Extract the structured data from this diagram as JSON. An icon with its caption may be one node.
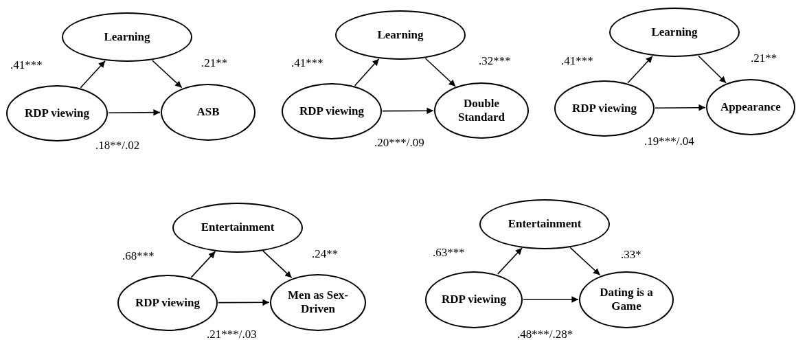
{
  "diagram": {
    "nodes": [
      {
        "text": [
          "Learning"
        ]
      },
      {
        "text": [
          "RDP viewing"
        ]
      },
      {
        "text": [
          "ASB"
        ]
      },
      {
        "text": [
          "Learning"
        ]
      },
      {
        "text": [
          "RDP viewing"
        ]
      },
      {
        "text": [
          "Double Standard"
        ]
      },
      {
        "text": [
          "Learning"
        ]
      },
      {
        "text": [
          "RDP viewing"
        ]
      },
      {
        "text": [
          "Appearance"
        ]
      },
      {
        "text": [
          "Entertainment"
        ]
      },
      {
        "text": [
          "RDP viewing"
        ]
      },
      {
        "text": [
          "Men as Sex-Driven"
        ]
      },
      {
        "text": [
          "Entertainment"
        ]
      },
      {
        "text": [
          "RDP viewing"
        ]
      },
      {
        "text": [
          "Dating is a Game"
        ]
      }
    ],
    "edges": [
      {
        "from": 1,
        "to": 0,
        "arrow": "to",
        "label": ".41***"
      },
      {
        "from": 0,
        "to": 2,
        "arrow": "to",
        "label": ".21**"
      },
      {
        "from": 1,
        "to": 2,
        "arrow": "to",
        "label": ".18**/.02"
      },
      {
        "from": 4,
        "to": 3,
        "arrow": "to",
        "label": ".41***"
      },
      {
        "from": 3,
        "to": 5,
        "arrow": "to",
        "label": ".32***"
      },
      {
        "from": 4,
        "to": 5,
        "arrow": "to",
        "label": ".20***/.09"
      },
      {
        "from": 7,
        "to": 6,
        "arrow": "to",
        "label": ".41***"
      },
      {
        "from": 6,
        "to": 8,
        "arrow": "to",
        "label": ".21**"
      },
      {
        "from": 7,
        "to": 8,
        "arrow": "to",
        "label": ".19***/.04"
      },
      {
        "from": 10,
        "to": 9,
        "arrow": "to",
        "label": ".68***"
      },
      {
        "from": 9,
        "to": 11,
        "arrow": "to",
        "label": ".24**"
      },
      {
        "from": 10,
        "to": 11,
        "arrow": "to",
        "label": ".21***/.03"
      },
      {
        "from": 13,
        "to": 12,
        "arrow": "to",
        "label": ".63***"
      },
      {
        "from": 12,
        "to": 14,
        "arrow": "to",
        "label": ".33*"
      },
      {
        "from": 13,
        "to": 14,
        "arrow": "to",
        "label": ".48***/.28*"
      }
    ]
  }
}
